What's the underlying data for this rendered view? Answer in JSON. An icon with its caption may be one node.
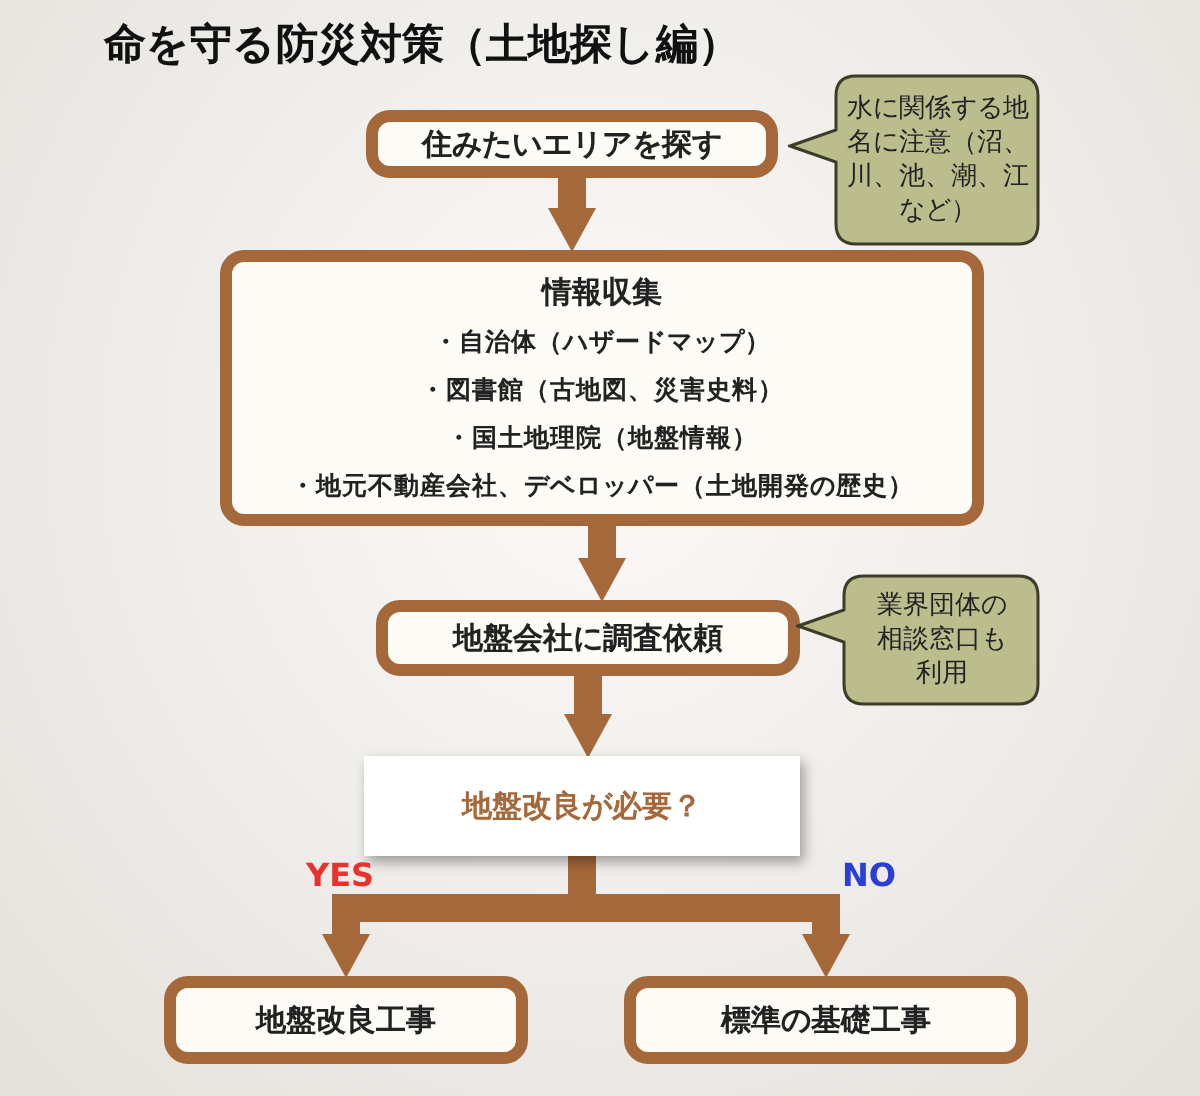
{
  "diagram": {
    "title": "命を守る防災対策（土地探し編）",
    "nodes": [
      {
        "text": [
          "住みたいエリアを探す"
        ]
      },
      {
        "text": [
          "水に関係する地名に注意（沼、川、池、潮、江など）"
        ]
      },
      {
        "text": [
          "情報収集",
          "・自治体（ハザードマップ）",
          "・図書館（古地図、災害史料）",
          "・国土地理院（地盤情報）",
          "・地元不動産会社、デベロッパー（土地開発の歴史）"
        ]
      },
      {
        "text": [
          "地盤会社に調査依頼"
        ]
      },
      {
        "text": [
          "業界団体の相談窓口も利用"
        ]
      },
      {
        "text": [
          "地盤改良が必要？"
        ]
      },
      {
        "text": [
          "地盤改良工事"
        ]
      },
      {
        "text": [
          "標準の基礎工事"
        ]
      }
    ],
    "edges": [
      {
        "from": 0,
        "to": 2,
        "arrow": "to"
      },
      {
        "from": 2,
        "to": 3,
        "arrow": "to"
      },
      {
        "from": 3,
        "to": 5,
        "arrow": "to"
      },
      {
        "from": 5,
        "to": 6,
        "arrow": "to",
        "label": "YES"
      },
      {
        "from": 5,
        "to": 7,
        "arrow": "to",
        "label": "NO"
      }
    ]
  }
}
